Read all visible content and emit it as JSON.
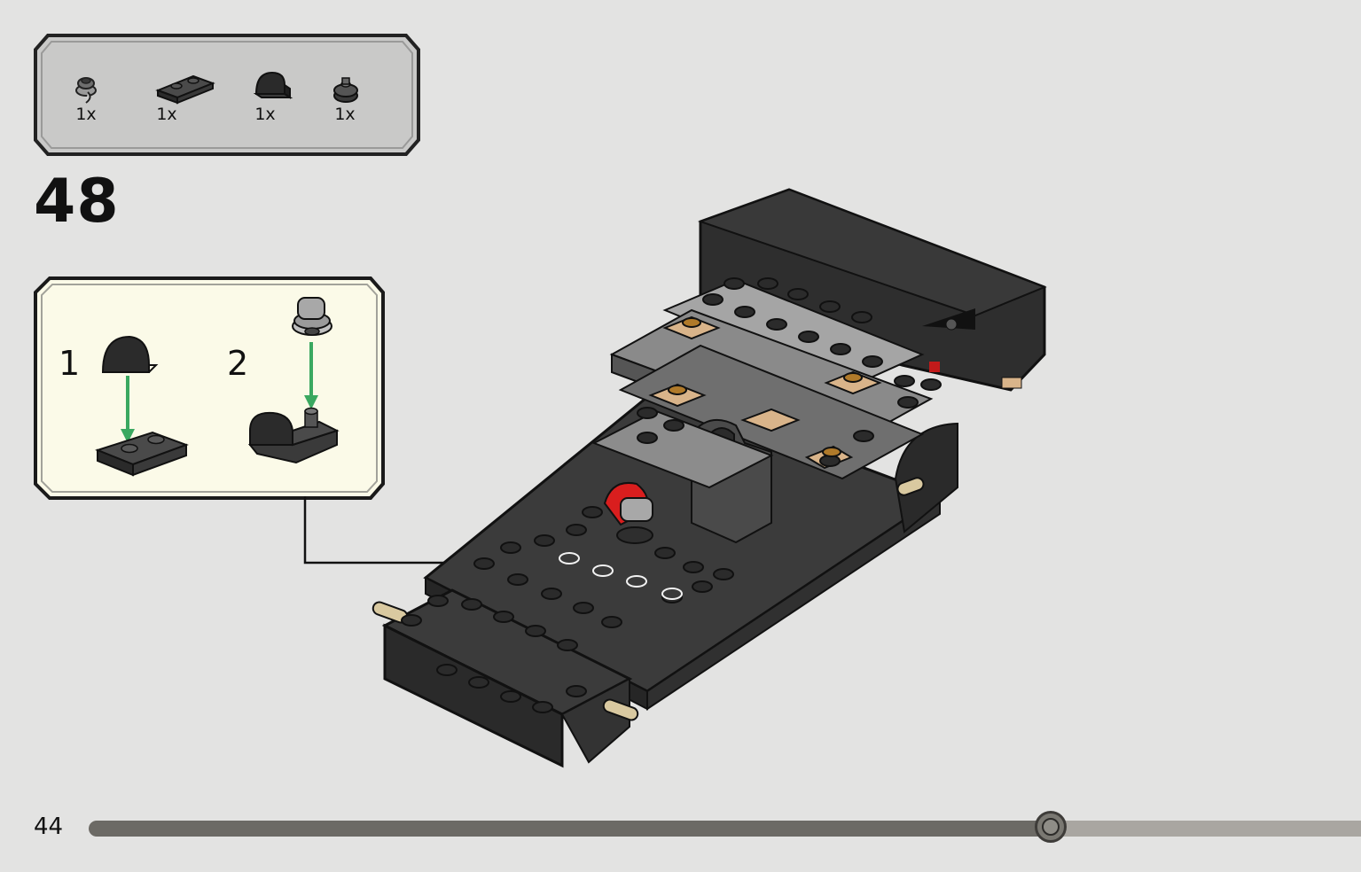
{
  "parts_list": {
    "items": [
      {
        "icon": "round-pin-joint-icon",
        "qty": "1x"
      },
      {
        "icon": "plate-1x2-icon",
        "qty": "1x"
      },
      {
        "icon": "curved-slope-brick-icon",
        "qty": "1x"
      },
      {
        "icon": "round-plate-with-pin-icon",
        "qty": "1x"
      }
    ]
  },
  "step": {
    "number": "48"
  },
  "substeps": [
    {
      "number": "1"
    },
    {
      "number": "2"
    }
  ],
  "page": {
    "number": "44"
  },
  "progress": {
    "fraction": 0.7564
  },
  "colors": {
    "background": "#e3e3e2",
    "parts_box_fill": "#c9c9c8",
    "substep_box_fill": "#fbfae8",
    "brick_dark": "#333333",
    "brick_mid": "#6e6e6e",
    "brick_light": "#a8a8a8",
    "accent_red": "#d91e1e",
    "accent_tan": "#d9b48a",
    "arrow_green": "#3aa860"
  }
}
